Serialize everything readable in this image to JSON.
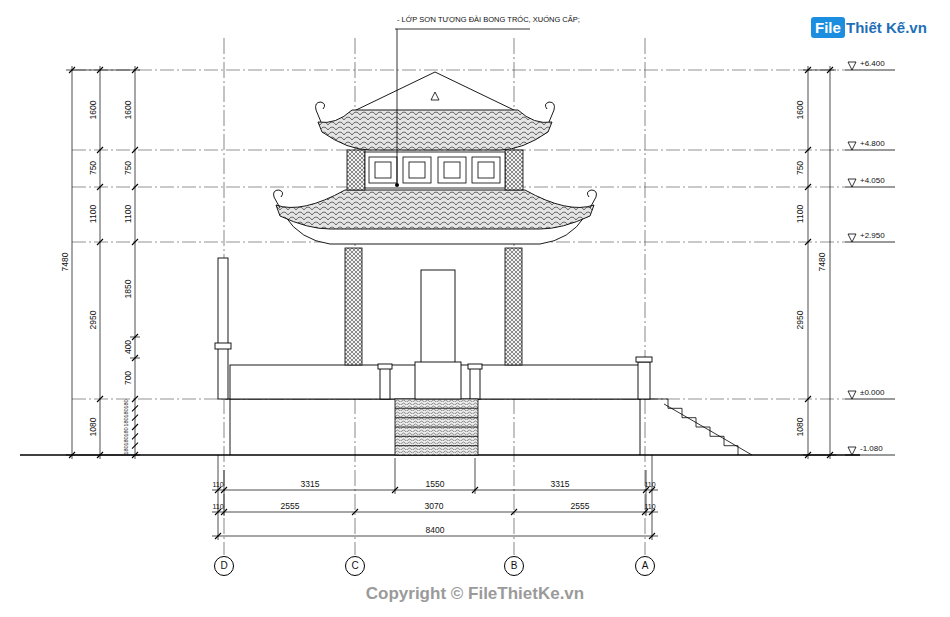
{
  "diagram": {
    "nodes": [
      {
        "text": [
          "D"
        ]
      },
      {
        "text": [
          "C"
        ]
      },
      {
        "text": [
          "B"
        ]
      },
      {
        "text": [
          "A"
        ]
      },
      {
        "text": [
          "File"
        ]
      }
    ],
    "labels": [
      "- LỚP SƠN TƯỢNG ĐÀI BONG TRÓC, XUỐNG CẤP;",
      "+6.400",
      "+4.800",
      "+4.050",
      "+2.950",
      "±0.000",
      "-1.080",
      "7480",
      "1600",
      "750",
      "1100",
      "2950",
      "1080",
      "1600",
      "750",
      "1100",
      "1850",
      "400",
      "700",
      "180",
      "180",
      "180",
      "180",
      "180",
      "180",
      "7480",
      "1600",
      "750",
      "1100",
      "2950",
      "1080",
      "110",
      "3315",
      "1550",
      "3315",
      "110",
      "110",
      "2555",
      "3070",
      "2555",
      "110",
      "8400",
      "Thiết Kế.vn",
      "Copyright © FileThietKe.vn"
    ]
  }
}
